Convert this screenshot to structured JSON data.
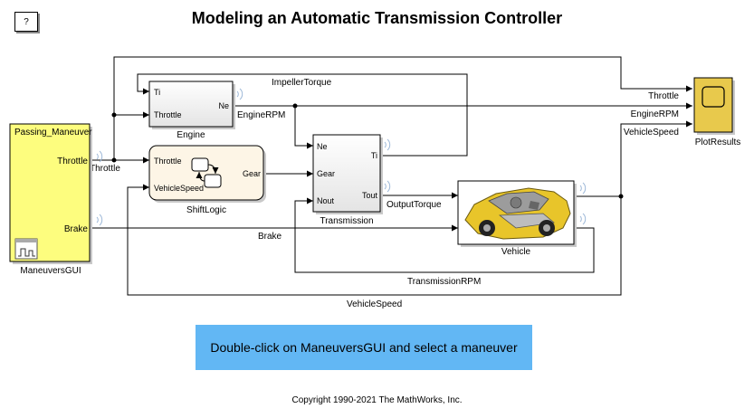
{
  "title": "Modeling an Automatic Transmission Controller",
  "help_label": "?",
  "cta_label": "Double-click on ManeuversGUI and select a maneuver",
  "copyright": "Copyright 1990-2021 The MathWorks, Inc.",
  "blocks": {
    "maneuvers": {
      "name": "ManeuversGUI",
      "inner_title": "Passing_Maneuver",
      "ports": [
        "Throttle",
        "Brake"
      ]
    },
    "engine": {
      "name": "Engine",
      "in_ports": [
        "Ti",
        "Throttle"
      ],
      "out_ports": [
        "Ne"
      ]
    },
    "shiftlogic": {
      "name": "ShiftLogic",
      "in_ports": [
        "Throttle",
        "VehicleSpeed"
      ],
      "out_ports": [
        "Gear"
      ]
    },
    "transmission": {
      "name": "Transmission",
      "in_ports": [
        "Ne",
        "Gear",
        "Nout"
      ],
      "out_ports": [
        "Ti",
        "Tout"
      ]
    },
    "vehicle": {
      "name": "Vehicle"
    },
    "plot": {
      "name": "PlotResults"
    }
  },
  "signals": {
    "throttle": "Throttle",
    "impeller_torque": "ImpellerTorque",
    "engine_rpm": "EngineRPM",
    "output_torque": "OutputTorque",
    "brake": "Brake",
    "transmission_rpm": "TransmissionRPM",
    "vehicle_speed": "VehicleSpeed",
    "plot_throttle": "Throttle",
    "plot_engine_rpm": "EngineRPM",
    "plot_vehicle_speed": "VehicleSpeed"
  },
  "colors": {
    "maneuvers_fill": "#fdfd7e",
    "plot_fill": "#e8c94c",
    "cta_fill": "#62b7f4",
    "shiftlogic_fill": "#fdf5e6"
  }
}
